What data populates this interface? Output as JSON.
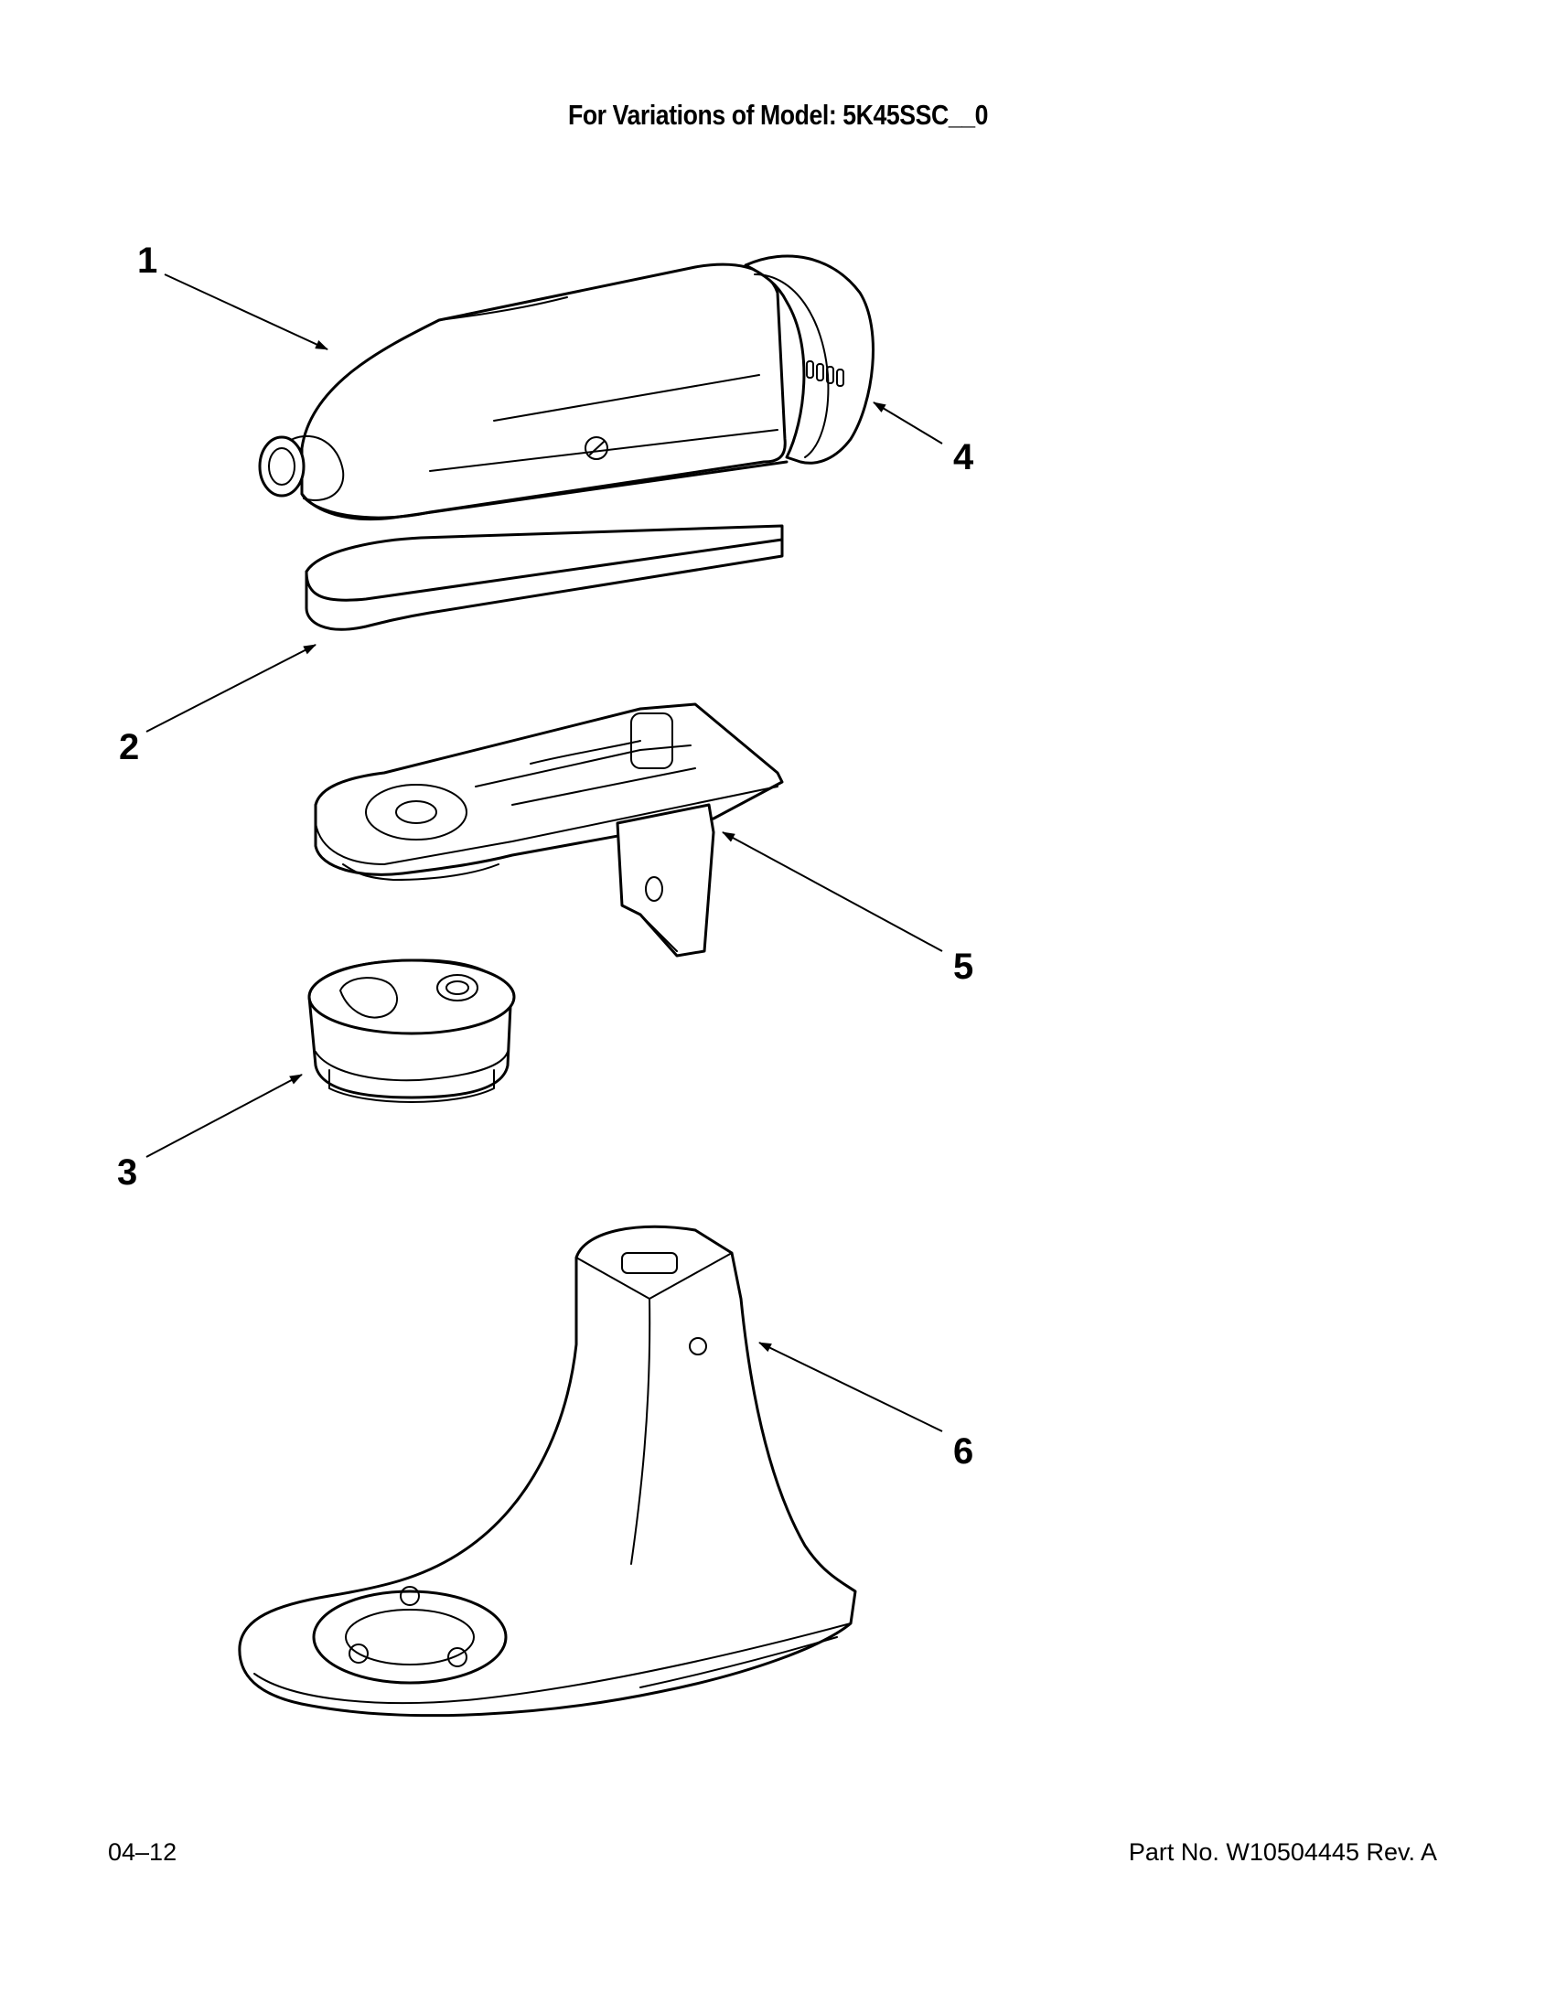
{
  "header": {
    "title": "For Variations of Model: 5K45SSC__0"
  },
  "callouts": {
    "c1": "1",
    "c2": "2",
    "c3": "3",
    "c4": "4",
    "c5": "5",
    "c6": "6"
  },
  "footer": {
    "date_code": "04–12",
    "part_number": "Part No. W10504445 Rev. A"
  }
}
